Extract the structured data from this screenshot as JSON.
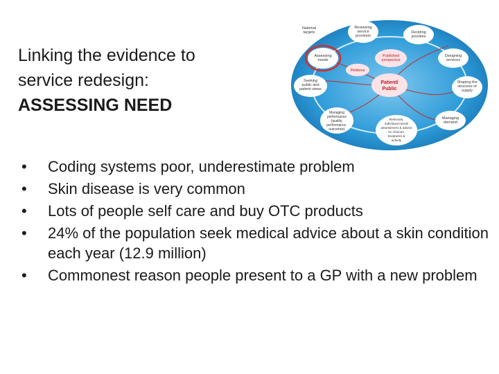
{
  "title": {
    "line1": "Linking the evidence to",
    "line2": "service redesign:",
    "line3": "ASSESSING NEED"
  },
  "diagram": {
    "nodes": [
      {
        "id": "national",
        "label": "National targets"
      },
      {
        "id": "reviewing",
        "label": "Reviewing service provision"
      },
      {
        "id": "deciding",
        "label": "Deciding priorities"
      },
      {
        "id": "assessing",
        "label": "Assessing needs"
      },
      {
        "id": "designing",
        "label": "Designing services"
      },
      {
        "id": "seeking",
        "label": "Seeking public and patient views"
      },
      {
        "id": "shaping",
        "label": "Shaping the structure of supply"
      },
      {
        "id": "managing_perf",
        "label": "Managing performance (quality, performance, outcomes)"
      },
      {
        "id": "referrals",
        "label": "Referrals, individual needs assessment & advice on choices, treatment & activity"
      },
      {
        "id": "managing_demand",
        "label": "Managing demand"
      }
    ],
    "inner": {
      "published": "Published prospectus",
      "petitions": "Petitions",
      "center": "Patient/ Public"
    },
    "highlight_color": "#d32f2f"
  },
  "bullets": [
    {
      "marker": "•",
      "text": "Coding systems poor, underestimate problem"
    },
    {
      "marker": "•",
      "text": "Skin disease is very common"
    },
    {
      "marker": "•",
      "text": "Lots of people self care and buy OTC products"
    },
    {
      "marker": "•",
      "text": "24%  of the population seek medical advice about a skin condition each year (12.9 million)"
    },
    {
      "marker": "•",
      "text": "Commonest reason people present to a GP with a new problem"
    }
  ]
}
